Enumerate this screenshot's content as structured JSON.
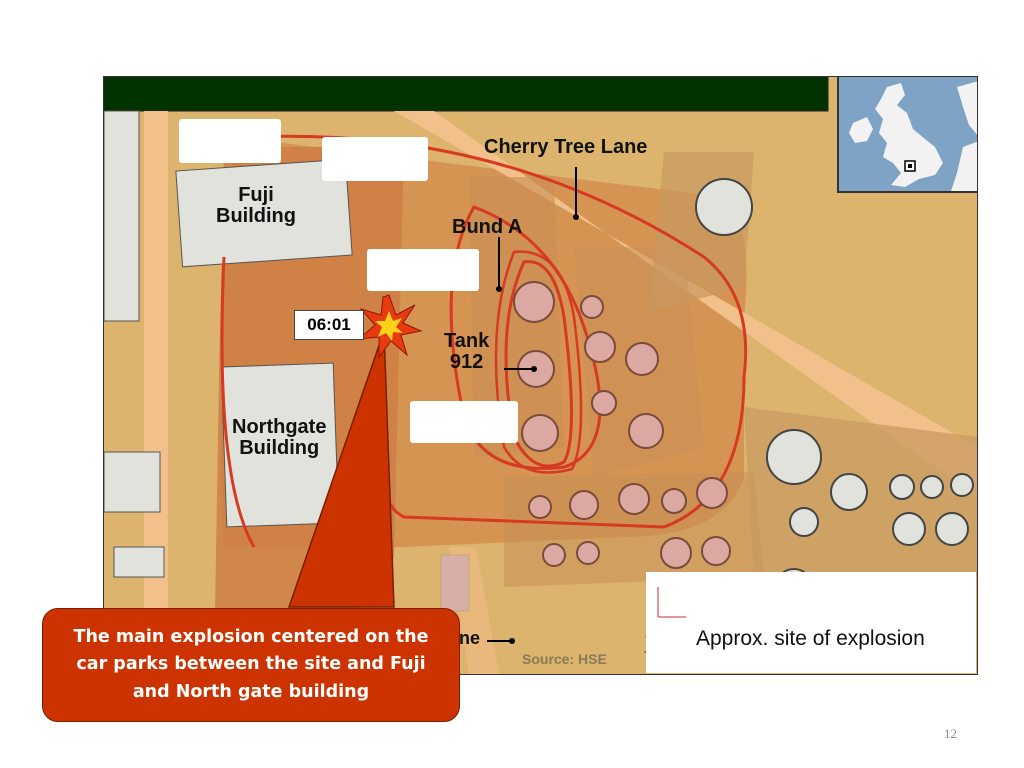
{
  "map": {
    "labels": {
      "cherry_tree_lane": "Cherry Tree Lane",
      "fuji_building": "Fuji\nBuilding",
      "bund_a": "Bund A",
      "tank_912": "Tank\n912",
      "northgate_building": "Northgate\nBuilding",
      "time": "06:01",
      "lane_fragment": "ne",
      "source": "Source: HSE"
    },
    "legend": {
      "explosion_label": "Approx. site of explosion"
    },
    "colors": {
      "land": "#dcb46e",
      "zone": "#d48a4a",
      "road": "#f2c08a",
      "tank_fill": "#dba9a1",
      "building": "#e2e2dc",
      "red_line": "#d63a22",
      "header_bar": "#003300"
    },
    "icons": [
      "explosion-star-icon"
    ]
  },
  "callout": {
    "text": "The main explosion centered on the car parks between the site and Fuji and North gate building"
  },
  "page": {
    "number": "12"
  }
}
